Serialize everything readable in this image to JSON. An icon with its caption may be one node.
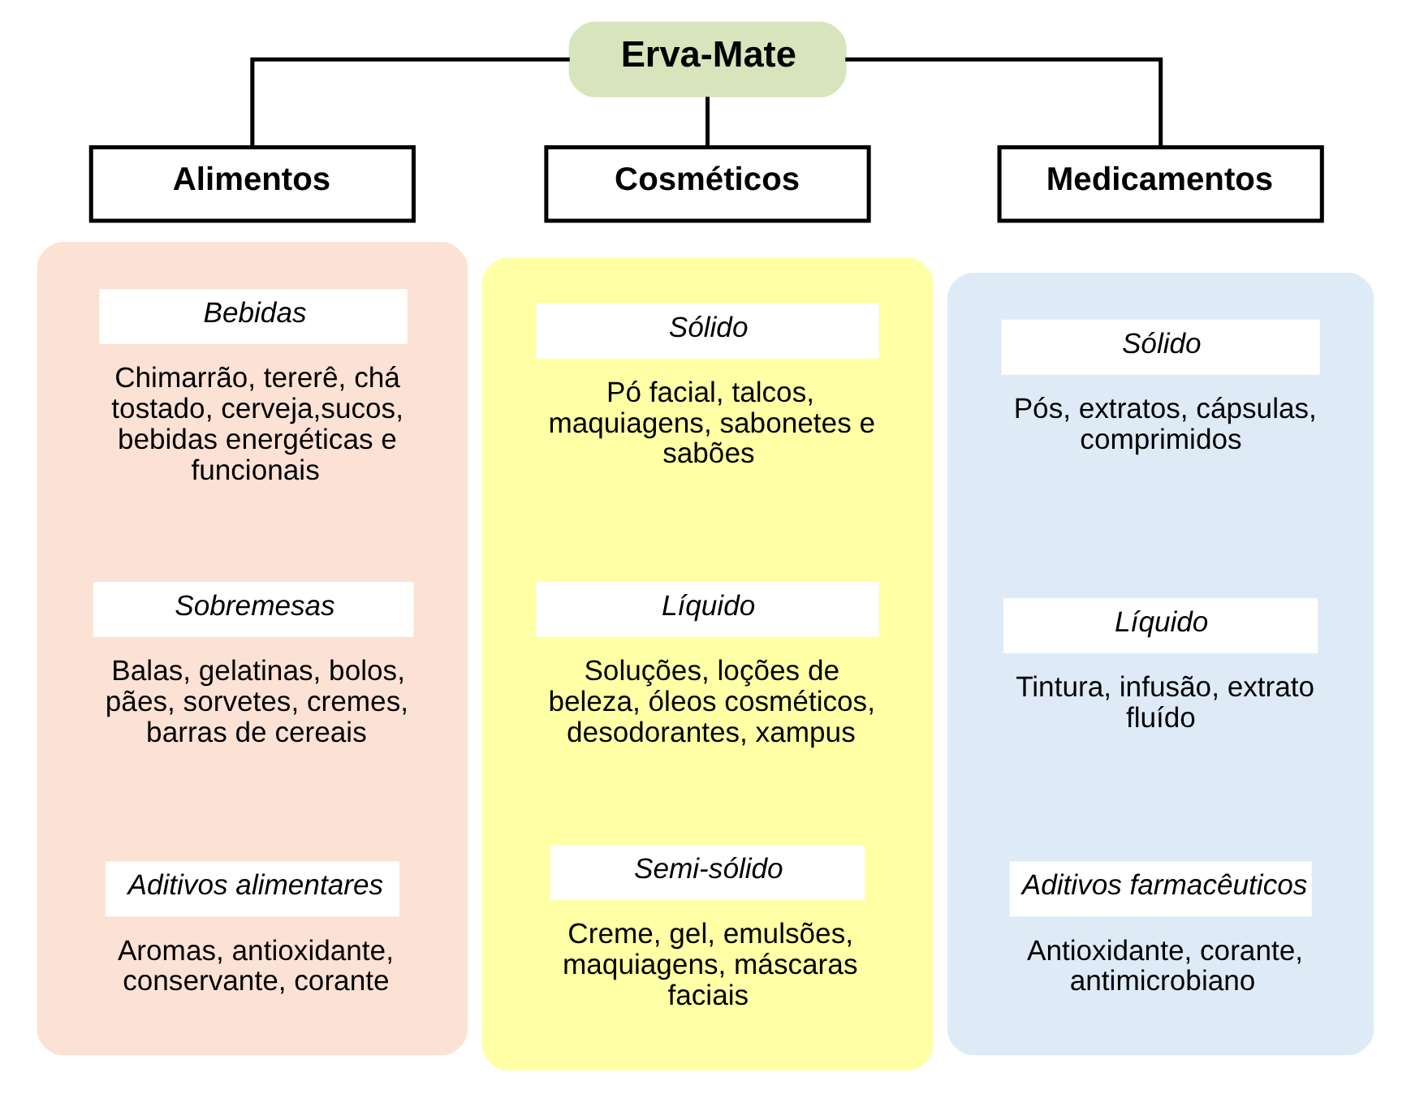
{
  "diagram": {
    "nodes": [
      {
        "text": [
          "Erva-Mate"
        ]
      },
      {
        "text": [
          "Alimentos"
        ]
      },
      {
        "text": [
          "Cosméticos"
        ]
      },
      {
        "text": [
          "Medicamentos"
        ]
      },
      {
        "text": [],
        "shape": "box"
      },
      {
        "text": [
          "Bebidas"
        ],
        "beside": [
          "Chimarrão, tererê, chá tostado, cerveja,sucos, bebidas energéticas e funcionais"
        ],
        "in": 4
      },
      {
        "text": [
          "Sobremesas"
        ],
        "beside": [
          "Balas, gelatinas, bolos, pães, sorvetes, cremes, barras de cereais"
        ],
        "in": 4
      },
      {
        "text": [
          "Aditivos alimentares"
        ],
        "beside": [
          "Aromas, antioxidante, conservante, corante"
        ],
        "in": 4
      },
      {
        "text": [],
        "shape": "box"
      },
      {
        "text": [
          "Sólido"
        ],
        "beside": [
          "Pó facial, talcos, maquiagens, sabonetes e sabões"
        ],
        "in": 8
      },
      {
        "text": [
          "Líquido"
        ],
        "beside": [
          "Soluções, loções de beleza, óleos cosméticos, desodorantes, xampus"
        ],
        "in": 8
      },
      {
        "text": [
          "Semi-sólido"
        ],
        "beside": [
          "Creme, gel, emulsões, maquiagens, máscaras faciais"
        ],
        "in": 8
      },
      {
        "text": [],
        "shape": "box"
      },
      {
        "text": [
          "Sólido"
        ],
        "beside": [
          "Pós, extratos, cápsulas, comprimidos"
        ],
        "in": 12
      },
      {
        "text": [
          "Líquido"
        ],
        "beside": [
          "Tintura, infusão, extrato fluído"
        ],
        "in": 12
      },
      {
        "text": [
          "Aditivos farmacêuticos"
        ],
        "beside": [
          "Antioxidante, corante, antimicrobiano"
        ],
        "in": 12
      }
    ],
    "edges": [
      {
        "from": 0,
        "to": 1,
        "arrow": "none"
      },
      {
        "from": 0,
        "to": 2,
        "arrow": "none"
      },
      {
        "from": 0,
        "to": 3,
        "arrow": "none"
      }
    ]
  }
}
